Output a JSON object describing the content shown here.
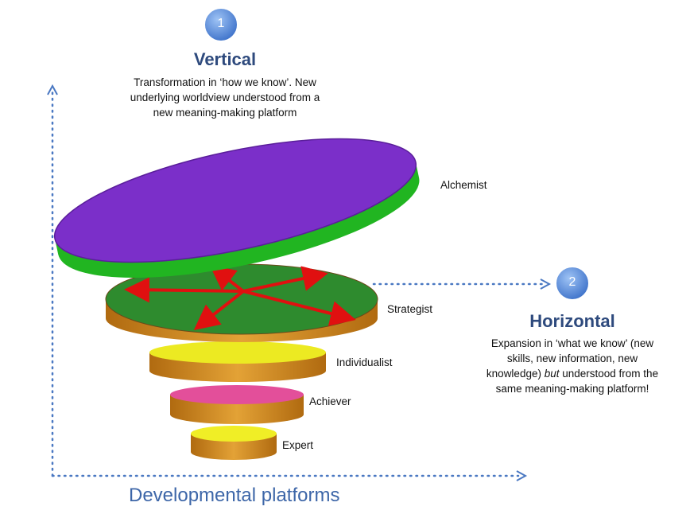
{
  "vertical": {
    "number": "1",
    "title": "Vertical",
    "description_lines": [
      "Transformation in ‘how we know’. New",
      "underlying worldview understood from a",
      "new meaning-making platform"
    ]
  },
  "horizontal": {
    "number": "2",
    "title": "Horizontal",
    "description_lines": [
      "Expansion in ‘what we know’ (new",
      "skills, new information, new",
      "knowledge) ",
      "same meaning-making platform!"
    ],
    "description_italic": "but",
    "description_line3_tail": " understood from the"
  },
  "platforms": [
    {
      "label": "Alchemist"
    },
    {
      "label": "Strategist"
    },
    {
      "label": "Individualist"
    },
    {
      "label": "Achiever"
    },
    {
      "label": "Expert"
    }
  ],
  "axis_label": "Developmental platforms",
  "colors": {
    "title": "#2e4a7d",
    "axis_label": "#3d66a8",
    "badge": "#5b8fd9",
    "alchemist_top": "#7b2fc9",
    "alchemist_rim": "#21b521",
    "strategist_top": "#2e8b2e",
    "tier_side": "#d08a1e",
    "individualist_top": "#ecea22",
    "achiever_top": "#e34f9a",
    "expert_top": "#f0ee26",
    "arrow": "#e01010",
    "axis_dots": "#4a78c2"
  }
}
